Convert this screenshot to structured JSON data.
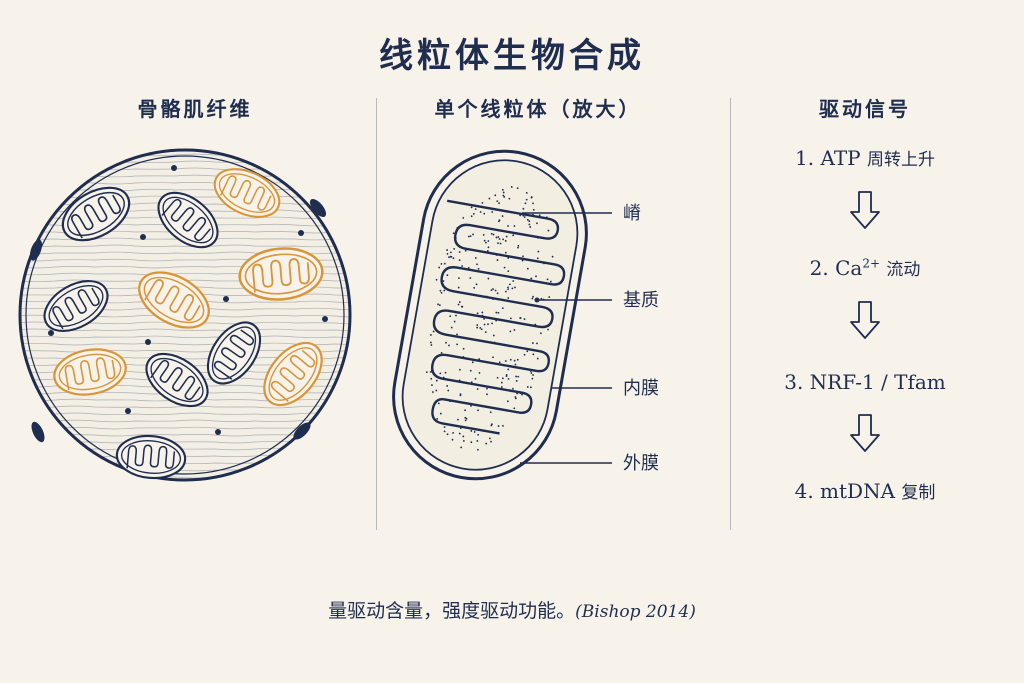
{
  "title": "线粒体生物合成",
  "panels": {
    "left": {
      "title": "骨骼肌纤维"
    },
    "middle": {
      "title": "单个线粒体（放大）",
      "labels": {
        "cristae": "嵴",
        "matrix": "基质",
        "inner": "内膜",
        "outer": "外膜"
      }
    },
    "right": {
      "title": "驱动信号",
      "steps": [
        {
          "num": "1.",
          "main": "ATP",
          "sup": "",
          "zh": "周转上升"
        },
        {
          "num": "2.",
          "main": "Ca",
          "sup": "2+",
          "zh": "流动"
        },
        {
          "num": "3.",
          "main": "NRF-1 / Tfam",
          "sup": "",
          "zh": ""
        },
        {
          "num": "4.",
          "main": "mtDNA",
          "sup": "",
          "zh": "复制"
        }
      ]
    }
  },
  "footer": {
    "text": "量驱动含量，强度驱动功能。",
    "citation": "(Bishop 2014)"
  },
  "colors": {
    "ink": "#1f2d4f",
    "accent": "#d9953a",
    "background": "#f7f3ea",
    "divider": "#b8b8bc"
  }
}
